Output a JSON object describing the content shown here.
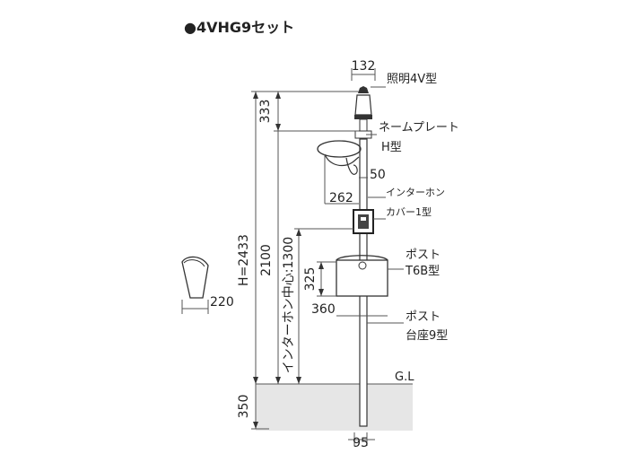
{
  "title": "●4VHG9セット",
  "dimensions": {
    "top_width": "132",
    "lamp_height": "333",
    "total_height": "H=2433",
    "height_2100": "2100",
    "intercom_center": "インターホン中心:1300",
    "ring_offset": "50",
    "ring_width": "262",
    "post_height": "325",
    "post_width": "360",
    "side_width": "220",
    "base_height": "350",
    "pole_width": "95"
  },
  "labels": {
    "lamp": "照明4V型",
    "nameplate": "ネームプレート",
    "nameplate_type": "H型",
    "intercom": "インターホン",
    "intercom_cover": "カバー1型",
    "post": "ポスト",
    "post_type": "T6B型",
    "base": "ポスト",
    "base_type": "台座9型",
    "ground": "G.L"
  }
}
